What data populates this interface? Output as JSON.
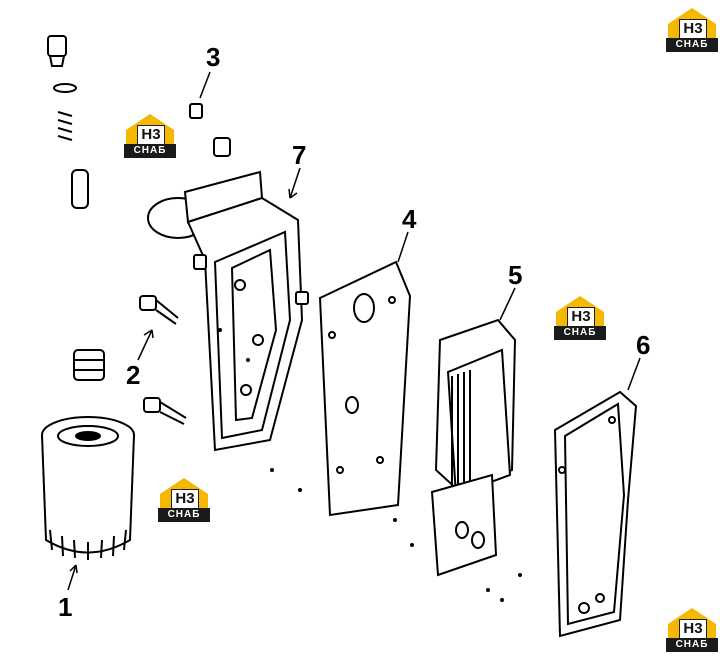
{
  "callouts": {
    "c1": "1",
    "c2": "2",
    "c3": "3",
    "c4": "4",
    "c5": "5",
    "c6": "6",
    "c7": "7"
  },
  "watermark": {
    "mark": "H3",
    "text": "СНАБ",
    "accent": "#f5b800"
  }
}
